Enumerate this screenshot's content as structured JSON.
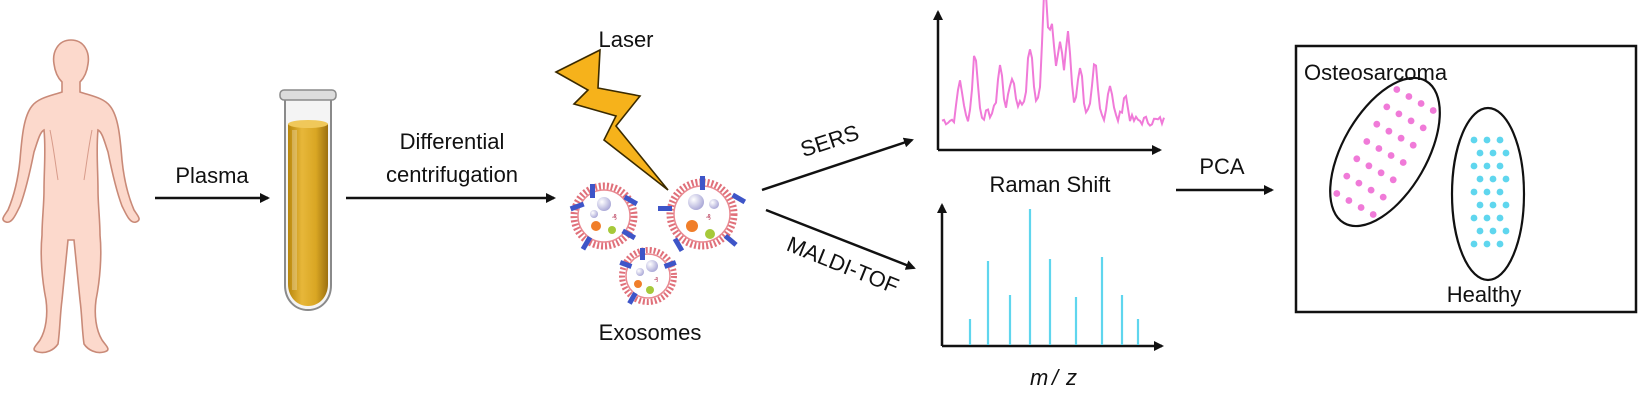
{
  "labels": {
    "plasma": "Plasma",
    "centrifugation_line1": "Differential",
    "centrifugation_line2": "centrifugation",
    "laser": "Laser",
    "exosomes": "Exosomes",
    "sers": "SERS",
    "maldi": "MALDI-TOF",
    "raman_axis": "Raman Shift",
    "mz_m": "m",
    "mz_slash": "/",
    "mz_z": "z",
    "pca": "PCA",
    "osteosarcoma": "Osteosarcoma",
    "healthy": "Healthy"
  },
  "icons": {
    "human": "human-body-icon",
    "tube": "test-tube-icon",
    "laser": "lightning-bolt-icon",
    "exosome": "exosome-vesicle-icon"
  },
  "colors": {
    "body_fill": "#fcd9cc",
    "body_stroke": "#c98a78",
    "plasma": "#d9a623",
    "laser": "#f6b21b",
    "membrane": "#e0707a",
    "protein": "#3e55c8",
    "raman": "#f07ad8",
    "maldi": "#5fd6ee",
    "osteosarcoma_dots": "#f07ad8",
    "healthy_dots": "#5fd6ee"
  }
}
